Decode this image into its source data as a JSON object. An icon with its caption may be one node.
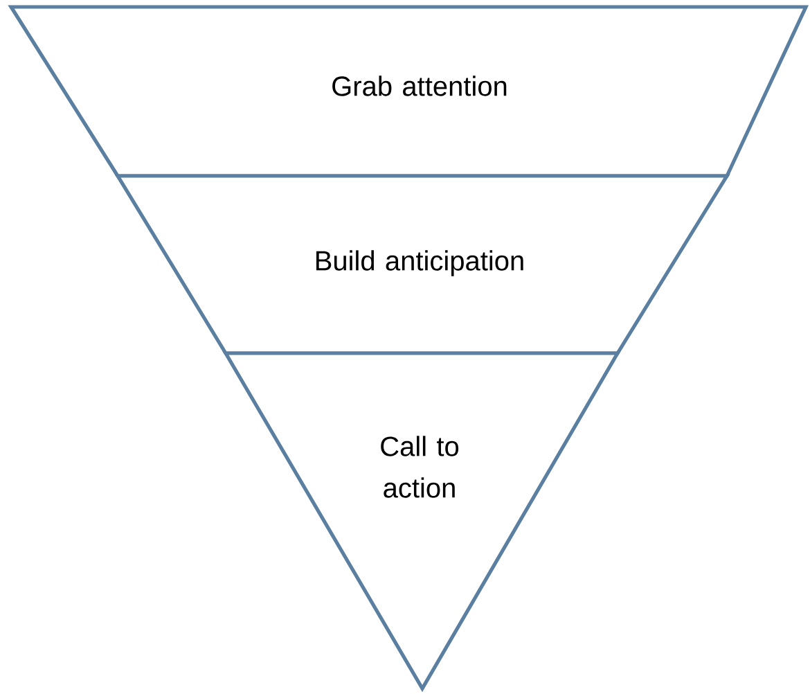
{
  "diagram": {
    "nodes": [
      {
        "text": [
          "Grab attention"
        ]
      },
      {
        "text": [
          "Build anticipation"
        ]
      },
      {
        "text": [
          "Call to action"
        ]
      }
    ]
  }
}
